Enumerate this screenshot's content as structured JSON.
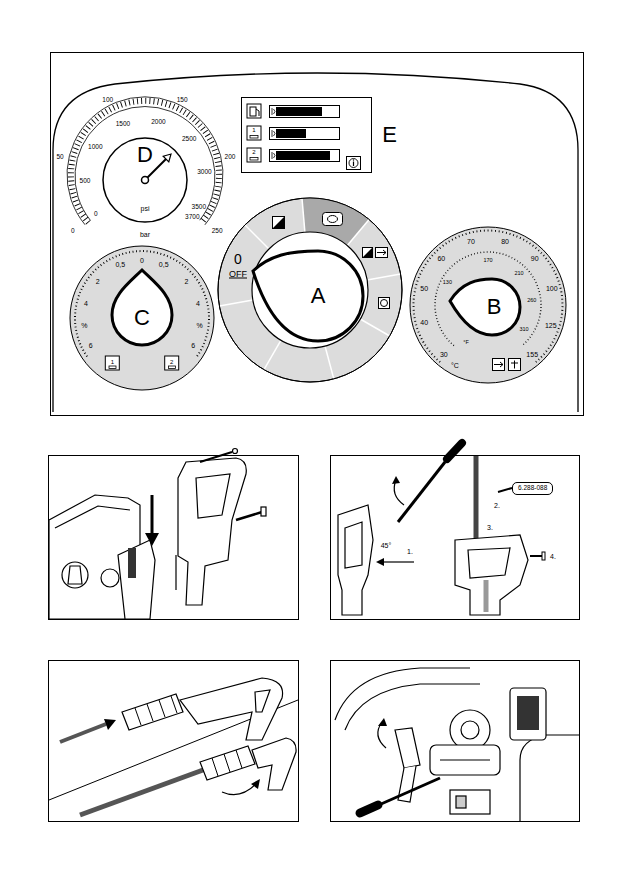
{
  "diagram": {
    "nodes": [
      {
        "text": [
          "D"
        ]
      },
      {
        "text": [
          "E"
        ]
      },
      {
        "text": [
          "C"
        ]
      },
      {
        "text": [
          "A"
        ]
      },
      {
        "text": [
          "B"
        ]
      },
      {
        "text": [
          "6.288-088"
        ]
      }
    ],
    "labels": [
      "100",
      "150",
      "1500",
      "2000",
      "2500",
      "50",
      "1000",
      "200",
      "500",
      "3000",
      "0",
      "0",
      "3500",
      "3700",
      "250",
      "psi",
      "bar",
      "1",
      "2",
      "0",
      "0,5",
      "0,5",
      "2",
      "2",
      "4",
      "4",
      "%",
      "%",
      "6",
      "6",
      "1",
      "2",
      "0",
      "OFF",
      "70",
      "80",
      "170",
      "60",
      "90",
      "50",
      "130",
      "210",
      "100",
      "40",
      "260",
      "125",
      "310",
      "°F",
      "30",
      "°C",
      "155",
      "45°",
      "1.",
      "2.",
      "3.",
      "4."
    ]
  }
}
